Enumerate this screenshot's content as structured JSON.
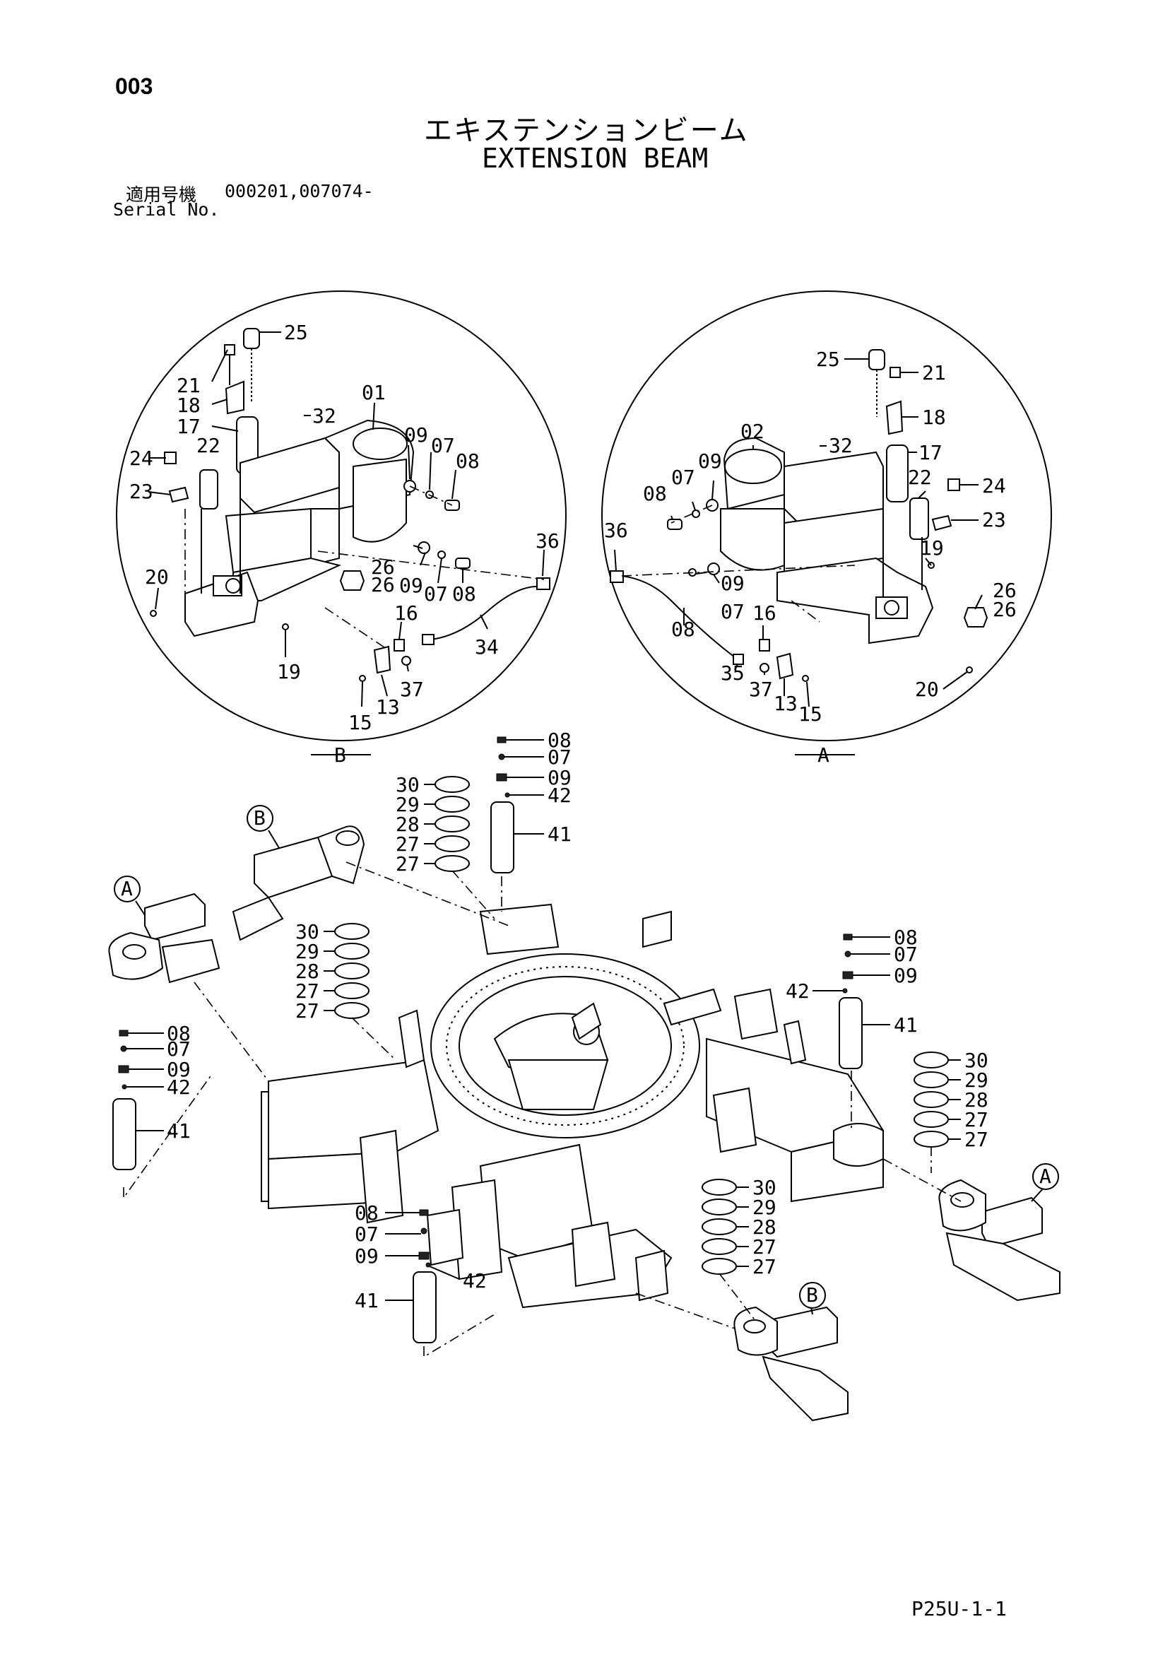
{
  "header": {
    "page_number": "003",
    "title_jp": "エキステンションビーム",
    "title_en": "EXTENSION BEAM",
    "serial_label_jp": "適用号機",
    "serial_value": "000201,007074-",
    "serial_label_en": "Serial No."
  },
  "footer": {
    "code": "P25U-1-1"
  },
  "detail_views": [
    "B",
    "A"
  ],
  "callouts_b": [
    "25",
    "21",
    "18",
    "17",
    "22",
    "24",
    "23",
    "32",
    "01",
    "09",
    "07",
    "08",
    "36",
    "20",
    "26",
    "26",
    "09",
    "07",
    "08",
    "16",
    "34",
    "19",
    "37",
    "13",
    "15"
  ],
  "callouts_a": [
    "25",
    "21",
    "18",
    "32",
    "02",
    "17",
    "22",
    "24",
    "23",
    "09",
    "07",
    "08",
    "36",
    "19",
    "26",
    "26",
    "09",
    "07",
    "16",
    "08",
    "35",
    "37",
    "13",
    "15",
    "20"
  ],
  "callouts_main": [
    "08",
    "07",
    "09",
    "42",
    "41",
    "30",
    "29",
    "28",
    "27",
    "27",
    "30",
    "29",
    "28",
    "27",
    "27",
    "08",
    "07",
    "09",
    "42",
    "41",
    "08",
    "07",
    "09",
    "42",
    "41",
    "30",
    "29",
    "28",
    "27",
    "27",
    "30",
    "29",
    "28",
    "27",
    "27",
    "08",
    "07",
    "09",
    "42",
    "41"
  ],
  "view_tags": [
    "B",
    "A",
    "A",
    "B"
  ]
}
